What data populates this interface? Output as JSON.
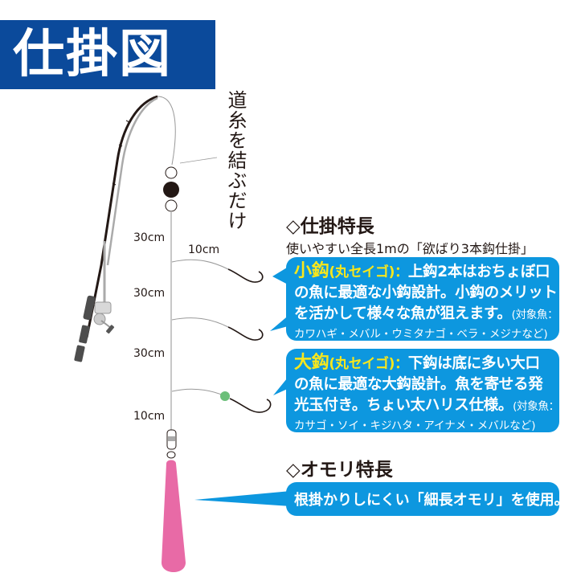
{
  "header": {
    "title": "仕掛図"
  },
  "diagram": {
    "line_label": "道糸を結ぶだけ",
    "lengths": {
      "top_segment": "30cm",
      "upper_branch": "10cm",
      "middle_segment": "30cm",
      "lower_segment": "30cm",
      "bottom_segment": "10cm"
    },
    "colors": {
      "title_bg": "#0b4a9b",
      "bubble_bg": "#0d97df",
      "highlight": "#f8e71c",
      "sinker": "#e86aa6",
      "glow_bead": "#6cbf7a",
      "bead_black": "#231815"
    },
    "icons": [
      "fishing-rod-icon",
      "reel-icon",
      "bead-icon",
      "hook-icon",
      "swivel-icon",
      "sinker-icon",
      "glow-bead-icon"
    ]
  },
  "rig_features": {
    "heading": "◇仕掛特長",
    "subtitle": "使いやすい全長1mの「欲ばり3本鈎仕掛」",
    "small_hook": {
      "label": "小鈎",
      "paren": "(丸セイゴ)",
      "colon": "：",
      "line1_rest": "上鈎2本はおちょぼ口",
      "line2": "の魚に最適な小鈎設計。小鈎のメリット",
      "line3": "を活かして様々な魚が狙えます。",
      "line3_small": "(対象魚：",
      "line4": "カワハギ・メバル・ウミタナゴ・ベラ・メジナなど)"
    },
    "large_hook": {
      "label": "大鈎",
      "paren": "(丸セイゴ)",
      "colon": "：",
      "line1_rest": "下鈎は底に多い大口",
      "line2": "の魚に最適な大鈎設計。魚を寄せる発",
      "line3": "光玉付き。ちょい太ハリス仕様。",
      "line3_small": "(対象魚：",
      "line4": "カサゴ・ソイ・キジハタ・アイナメ・メバルなど)"
    }
  },
  "sinker_features": {
    "heading": "◇オモリ特長",
    "text": "根掛かりしにくい「細長オモリ」を使用。"
  }
}
